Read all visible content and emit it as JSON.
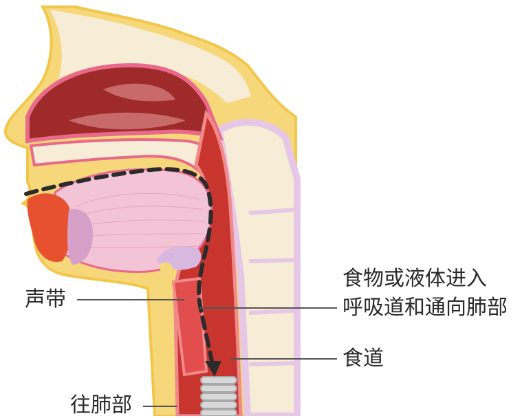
{
  "labels": {
    "vocal_cords": "声带",
    "aspiration_line1": "食物或液体进入",
    "aspiration_line2": "呼吸道和通向肺部",
    "esophagus": "食道",
    "to_lungs": "往肺部"
  },
  "colors": {
    "skin": "#f6d77a",
    "skin_outline": "#f2c64a",
    "bone": "#f7ecd6",
    "bone_dots": "#e07a7a",
    "mucosa": "#e8698a",
    "cavity_dark": "#9e2a2a",
    "cavity_red": "#c8352f",
    "tongue_pink": "#f3c4d6",
    "spine_lavender": "#e6c8e6",
    "trachea_gray": "#c9c9c9",
    "arrow_dash": "#2b2b2b",
    "text": "#2a2a2a"
  }
}
